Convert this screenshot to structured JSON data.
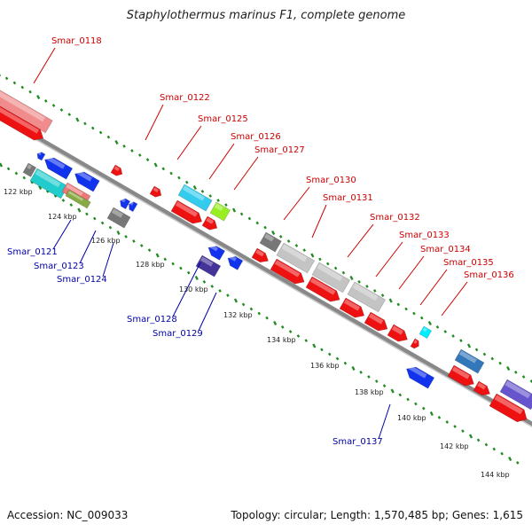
{
  "title": "Staphylothermus marinus F1, complete genome",
  "footer": {
    "accession": "Accession: NC_009033",
    "topology": "Topology: circular; Length: 1,570,485 bp; Genes: 1,615"
  },
  "colors": {
    "label_top": "#cc0000",
    "label_bottom": "#0000aa",
    "tick": "#228b22",
    "backbone": "#888888",
    "forward_cds": "#ee1111",
    "reverse_cds": "#1133ee"
  },
  "scale_ticks": [
    "122 kbp",
    "124 kbp",
    "126 kbp",
    "128 kbp",
    "130 kbp",
    "132 kbp",
    "134 kbp",
    "136 kbp",
    "138 kbp",
    "140 kbp",
    "142 kbp",
    "144 kbp"
  ],
  "labels_top": [
    "Smar_0118",
    "Smar_0122",
    "Smar_0125",
    "Smar_0126",
    "Smar_0127",
    "Smar_0130",
    "Smar_0131",
    "Smar_0132",
    "Smar_0133",
    "Smar_0134",
    "Smar_0135",
    "Smar_0136"
  ],
  "labels_bottom": [
    "Smar_0121",
    "Smar_0123",
    "Smar_0124",
    "Smar_0128",
    "Smar_0129",
    "Smar_0137"
  ]
}
